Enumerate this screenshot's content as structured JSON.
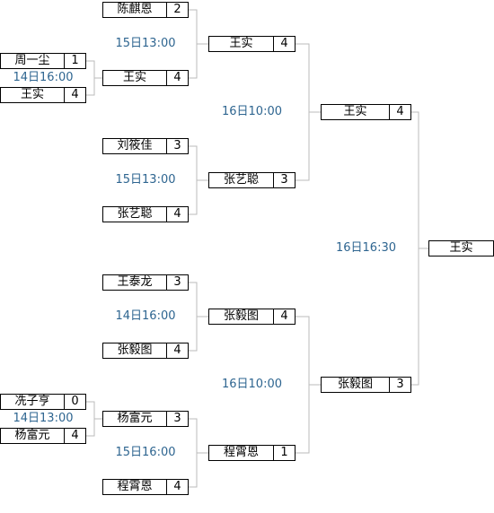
{
  "round1": [
    {
      "time": "14日16:00",
      "players": [
        {
          "name": "周一尘",
          "score": "1"
        },
        {
          "name": "王实",
          "score": "4"
        }
      ]
    },
    {
      "time": "14日13:00",
      "players": [
        {
          "name": "冼子亨",
          "score": "0"
        },
        {
          "name": "杨富元",
          "score": "4"
        }
      ]
    }
  ],
  "round2": [
    {
      "time": "15日13:00",
      "players": [
        {
          "name": "陈麒恩",
          "score": "2"
        },
        {
          "name": "王实",
          "score": "4"
        }
      ]
    },
    {
      "time": "15日13:00",
      "players": [
        {
          "name": "刘筱佳",
          "score": "3"
        },
        {
          "name": "张艺聪",
          "score": "4"
        }
      ]
    },
    {
      "time": "14日16:00",
      "players": [
        {
          "name": "王泰龙",
          "score": "3"
        },
        {
          "name": "张毅图",
          "score": "4"
        }
      ]
    },
    {
      "time": "15日16:00",
      "players": [
        {
          "name": "杨富元",
          "score": "3"
        },
        {
          "name": "程霄恩",
          "score": "4"
        }
      ]
    }
  ],
  "round3": [
    {
      "time": "16日10:00",
      "players": [
        {
          "name": "王实",
          "score": "4"
        },
        {
          "name": "张艺聪",
          "score": "3"
        }
      ]
    },
    {
      "time": "16日10:00",
      "players": [
        {
          "name": "张毅图",
          "score": "4"
        },
        {
          "name": "程霄恩",
          "score": "1"
        }
      ]
    }
  ],
  "final": {
    "time": "16日16:30",
    "players": [
      {
        "name": "王实",
        "score": "4"
      },
      {
        "name": "张毅图",
        "score": "3"
      }
    ]
  },
  "champion": {
    "name": "王实"
  },
  "colors": {
    "time_text": "#2e6590",
    "connector": "#bbbbbb",
    "box_border": "#000000"
  }
}
